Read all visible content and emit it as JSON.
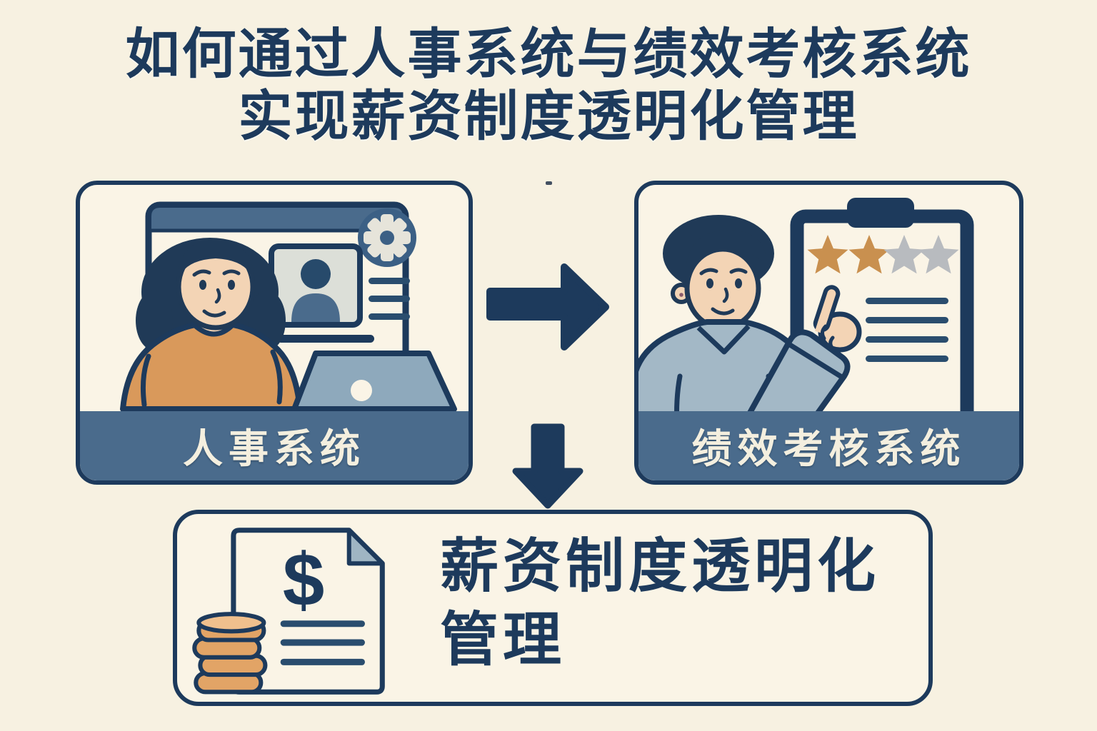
{
  "title": {
    "line1": "如何通过人事系统与绩效考核系统",
    "line2": "实现薪资制度透明化管理"
  },
  "hr_card": {
    "label": "人事系统"
  },
  "performance_card": {
    "label": "绩效考核系统",
    "rating": {
      "stars_filled": 2,
      "stars_total": 4
    }
  },
  "result_card": {
    "line1": "薪资制度透明化",
    "line2": "管理",
    "currency_symbol": "$"
  },
  "icons": {
    "hr_card": [
      "browser-window-icon",
      "gear-icon",
      "user-profile-card-icon",
      "laptop-icon",
      "woman-at-computer"
    ],
    "performance_card": [
      "clipboard-icon",
      "star-rating-icon",
      "man-pointing"
    ],
    "result_card": [
      "salary-document-icon",
      "dollar-icon",
      "coin-stack-icon"
    ],
    "flow": [
      "arrow-right-icon",
      "arrow-down-icon"
    ]
  },
  "colors": {
    "background": "#f7f1e1",
    "card_fill": "#faf4e6",
    "navy": "#1d3a5c",
    "slate_bar": "#4a6b8c",
    "slate_light": "#a3b8c6",
    "laptop_slate": "#8ea9bc",
    "shirt_orange": "#d9995b",
    "star_orange": "#c9904f",
    "star_gray": "#b8bbbf",
    "coin_orange": "#e2a466",
    "skin": "#f3d4b5",
    "label_text": "#f4efdf"
  }
}
